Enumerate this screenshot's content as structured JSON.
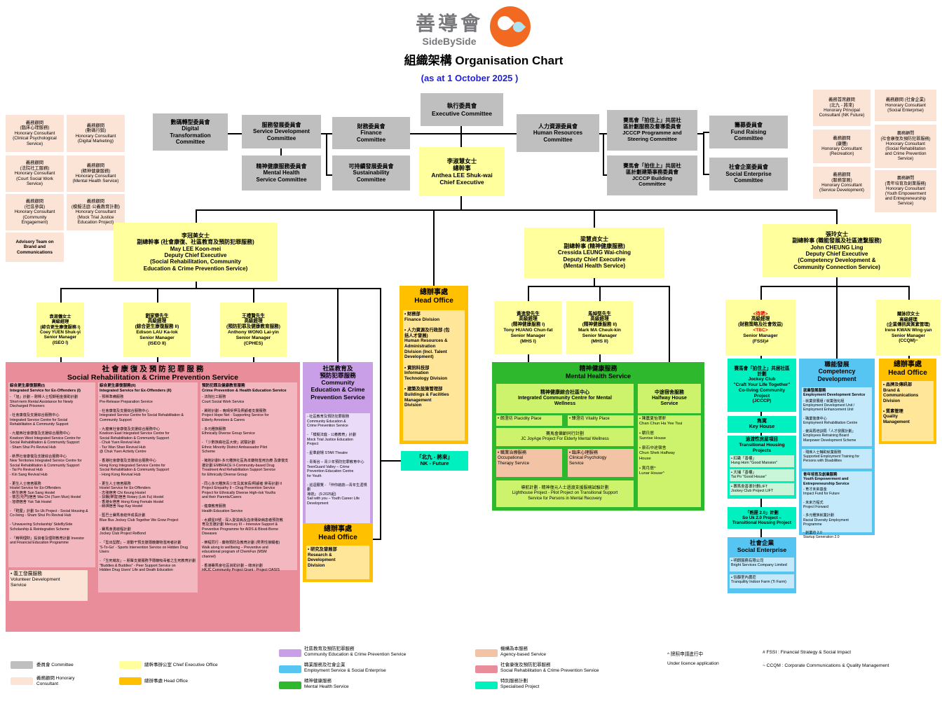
{
  "header": {
    "brand_cn": "善導會",
    "brand_en": "SideBySide",
    "title": "組織架構 Organisation Chart",
    "subtitle": "(as at 1 October 2025 )",
    "accent_orange": "#f26a21",
    "subtitle_blue": "#1f1fd9"
  },
  "committees": {
    "executive": "執行委員會\nExecutive Committee",
    "digital": "數碼轉型委員會\nDigital\nTransformation\nCommittee",
    "service_dev": "服務發展委員會\nService Development\nCommittee",
    "mental_health": "精神健康服務委員會\nMental Health\nService Committee",
    "finance": "財務委員會\nFinance\nCommittee",
    "sustainability": "可持續發展委員會\nSustainability\nCommittee",
    "hr": "人力資源委員會\nHuman Resources\nCommittee",
    "jcccp_steering": "賽馬會「拍住上」共居社\n區計劃服務及督導委員會\nJCCCP Programme and\nSteering Committee",
    "jcccp_building": "賽馬會「拍住上」共居社\n區計劃建築事務委員會\nJCCCP Building\nCommittee",
    "fund_raising": "籌募委員會\nFund Raising\nCommittee",
    "social_enterprise": "社會企業委員會\nSocial Enterprise\nCommittee"
  },
  "honorary_left": [
    "義務顧問\n(臨床心理服務)\nHonorary Consultant\n(Clinical Psychological\nService)",
    "義務顧問\n(數碼行銷)\nHonorary Consultant\n(Digital Marketing)",
    "義務顧問\n(法院社工服務)\nHonorary Consultant\n(Court Social Work\nService)",
    "義務顧問\n(精神健康服務)\nHonorary Consultant\n(Mental Health Service)",
    "義務顧問\n(社區參與)\nHonorary Consultant\n(Community\nEngagement)",
    "義務顧問\n(模擬法庭·公義教育計劃)\nHonorary Consultant\n(Mock Trial Justice\nEducation Project)"
  ],
  "advisory_team": "Advisory Team on\nBrand and\nCommunications",
  "honorary_right": [
    "義務首席顧問\n(北九 - 將來)\nHonorary Principal\nConsultant (NK Future)",
    "義務顧問 (社會企業)\nHonorary Consultant\n(Social Enterprise)",
    "義務顧問\n(康體)\nHonorary Consultant\n(Recreation)",
    "義務顧問\n(社會康復及預防犯罪服務)\nHonorary Consultant\n(Social Rehabilitation\nand Crime Prevention\nService)",
    "義務顧問\n(服務發展)\nHonorary Consultant\n(Service Development)",
    "義務顧問\n(青年培育及創業服務)\nHonorary Consultant\n(Youth Empowerment\nand Entrepreneurship\nService)"
  ],
  "executives": {
    "chief": "李淑慧女士\n總幹事\nAnthea LEE Shuk-wai\nChief Executive",
    "deputy_src": "李冠美女士\n副總幹事 (社會康復、社區教育及預防犯罪服務)\nMay LEE  Koon-mei\nDeputy Chief Executive\n(Social Rehabilitation, Community\nEducation & Crime Prevention Service)",
    "deputy_mhs": "梁慧貞女士\n副總幹事 (精神健康服務)\nCressida LEUNG Wai-ching\nDeputy Chief Executive\n(Mental Health Service)",
    "deputy_cd": "張玲女士\n副總幹事 (職能發展及社區連繫服務)\nJohn CHEUNG  Ling\nDeputy Chief Executive\n(Competency Development &\nCommunity Connection Service)"
  },
  "managers": {
    "iseo1": "袁淑儀女士\n高級經理\n(綜合更生康復服務 I)\nCoey YUEN Shuk-yi\nSenior Manager\n(ISEO I)",
    "iseo2": "劉家樂先生\n高級經理\n(綜合更生康復服務 II)\nEdison LAU Ka-lok\nSenior Manager\n(ISEO II)",
    "cphes": "王禮賢先生\n高級經理\n(預防犯罪及健康教育服務)\nAnthony WONG Lai-yin\nSenior Manager\n(CPHES)",
    "mhs1": "黃進發先生\n高級經理\n(精神健康服務 I)\nTony HUANG Chun-fat\nSenior Manager\n(MHS I)",
    "mhs2": "馬焯堅先生\n高級經理\n(精神健康服務 II)\nMark MA Cheuk-kin\nSenior Manager\n(MHS II)",
    "fssi_vacant_cn": "<待聘>",
    "fssi_mid": "高級經理\n(財務策略及社會效益)",
    "fssi_vacant_en": "<TBC>",
    "fssi_tail": "Senior Manager\n(FSSI)#",
    "ccqm": "關詠欣女士\n高級經理\n(企業傳訊與質素管理)\nIrene KWAN Wing-yan\nSenior Manager\n(CCQM)~"
  },
  "social_rehab": {
    "title": "社 會 康 復 及 預 防 犯 罪 服 務\nSocial Rehabilitation & Crime Prevention Service",
    "col1_heading": "綜合更生康復服務(I)\nIntegrated Service for Ex-Offenders (I)",
    "col1_items": [
      "- 「旭」計劃 – 剛釋人士短期租金援助計劃\nShort-term Rental Assistance for Newly\nDischarged Prisoners",
      "- 社會康復及支援綜合服務中心\nIntegrated Service Centre for Social\nRehabilitation & Community Support",
      "- 九龍西社會康復及支援綜合服務中心\nKowloon West Integrated Service Centre for\nSocial Rehabilitation & Community Support\n- Sham Shui Po Revival Hub",
      "- 新界社會康復及支援綜合服務中心\nNew Territories Integrated Service Centre for\nSocial Rehabilitation & Community Support\n- Tai Po Revival Hub\n- Kin Sang Revival Hub",
      "- 更生人士宿舍服務\nHostel Service for Ex-Offenders\n- 新生宿舍 Sun Sang Hostel\n- 懷志(屯門)宿舍 Wai Chi (Tuen Mun) Hostel\n- 旭德宿舍 Yuk Tak Hostel",
      "- 「甦屋」計劃 So Uk Project - Social Housing &\nCo-living - Sham Shui Po Revival Hub",
      "- 'Unwavering Scholarship' SideBySide\nScholarship & Reintegration Scheme",
      "- 「精明理財」投資者及理財教育計劃  Investor\nand Financial Education Programme"
    ],
    "volunteer": "• 義工發展服務\nVolunteer Development\nService",
    "col2_heading": "綜合更生康復服務(II)\nIntegrated Service for Ex-Offenders (II)",
    "col2_items": [
      "- 預釋準備服務\nPre-Release Preparation Service",
      "- 社會康復及支援綜合服務中心\nIntegrated Service Centre for Social Rehabilitation &\nCommunity Support",
      "- 九龍東社會康復及支援綜合服務中心\nKowloon East Integrated Service Centre for\nSocial Rehabilitation & Community Support\n- Chuk Yuen Revival Hub\n- Tsz Wan Shan Revival Hub\n@ Chuk Yuen Activity Centre",
      "- 香港社會康復及支援綜合服務中心\nHong Kong Integrated Service Centre for\nSocial Rehabilitation & Community Support\n- Hong Kong Revival Hub",
      "- 更生人士宿舍服務\nHostel Service for Ex-Offenders\n- 志強宿舍 Chi Keung Hostel\n- 扶輪(樂富)宿舍 Rotary (Lok Fu) Hostel\n- 香港女宿舍 Hong Kong Female Hostel\n- 納祺宿舍 Nap Kay Hostel",
      "- 藍巴士賽馬會結伴成長計劃\nBlue Bus Jockey Club Together We Grow Project",
      "- 賽馬會勇啟程計劃\nJockey Club Project ReBond",
      "- 「型出型群」– 運動干預支援隱蔽藥物濫用者計劃\n'S-To-Go' - Sports Intervention Service on Hidden Drug\nUsers",
      "- 「生死萌友」– 朋輩支援服務予隱蔽吸毒者之生死教育計劃\n\"Buddies & Buddies\" - Peer Support Service on\nHidden Drug Users' Life and Death Education"
    ],
    "col3_heading": "預防犯罪及健康教育服務\nCrime Prevention & Health Education Service",
    "col3_items": [
      "- 法院社工服務\nCourt Social Work Service",
      "- 冀盼計劃 – 晚晴受押及照顧者支援服務\nProject Hope Net - Supporting Service for\nElderly Arrestees & Carers",
      "- 多元種族服務\nEthnically Diverse Group Service",
      "- 「少數族裔社區大使」試驗計劃\nEthnic Minority District Ambassador Pilot\nScheme",
      "- 擁抱計劃II-多元種族社區為本藥物濫用治療 及康復支\n援計劃 EMBRACE II-Community-based Drug\nTreatment And Rehabilitation Support Service\nfor Ethnically Diverse Group",
      "- 同心多元種族青少年及其家長/照顧者 禁毒計劃 II\nProject Empathy II – Drug Prevention Service\nProject for Ethnically Diverse High-risk Youths\nand their Parents/Carers",
      "- 健康教育服務\nHealth Education Service",
      "- 水銀星III號 - 深入愛滋病及血液傳染病患者預防教\n育及支援計劃 Mercury III – Intensive Support &\nPreventive Programme for AIDS & Blood-Borne\nDiseases",
      "- 樂程同行 - 藥物預防及教育計劃 (男男性接觸者)\nWalk along to wellbeing – Preventive and\neducational program of ChemFun (MSM\nchannel)",
      "- 香港賽馬會社區資助計劃 – 綠洲計劃\nHKJC Community Project Grant : Project OASIS"
    ]
  },
  "community_education": {
    "title": "社區教育及\n預防犯罪服務\nCommunity\nEducation & Crime\nPrevention Service",
    "items": [
      "- 社區教育及預防犯罪服務\nCommunity Education &\nCrime Prevention Service",
      "- 「模擬法庭 - 公義教育」計劃\nMock Trial Justice Education\nProject",
      "- 星羣劇場 STAR Theatre",
      "- 青衛谷 – 青少年預防犯罪教育中心\nTeenGuard Valley – Crime\nPrevention Education Centre\nfor Youth",
      "- 巡迴展覽 - 「伴你啟航—青年生涯規劃\n導航」 (9.2025起)\nSail with you – Youth Career Life\nDevelopment"
    ]
  },
  "head_office_central": {
    "title": "總辦事處\nHead Office",
    "items": [
      "• 財務部\nFinance Division",
      "• 人力資源及行政部 (包\n括人才發展)\nHuman Resources &\nAdministration\nDivision (Incl. Talent\nDevelopment)",
      "• 資訊科技部\nInformation\nTechnology Division",
      "• 建築及設施管理部\nBuildings & Facilities\nManagement\nDivision"
    ]
  },
  "nk_future": "「北九 - 將來」\nNK - Future",
  "head_office_research": {
    "title": "總辦事處\nHead Office",
    "items": [
      "• 研究及發展部\nResearch &\nDevelopment\nDivision"
    ]
  },
  "mental_health": {
    "title": "精神健康服務\nMental Health Service",
    "iccmw": "精神健康綜合社區中心\nIntegrated Community Centre for Mental\nWellness",
    "halfway": "中途宿舍服務\nHalfway House\nService",
    "placidity": "• 朗澄坊 Placidity Place",
    "vitality": "• 臻澄坊 Vitality Place",
    "joyage": "賽馬會樂齡同行計劃\nJC JoyAge Project For Elderly Mental Wellness",
    "occupational": "• 職業治療服務\nOccupational\nTherapy Service",
    "clinical": "• 臨床心理服務\nClinical Psychology\nService",
    "lighthouse": "導航計劃 - 精神復元人士過渡支援服務試驗計劃\nLighthouse Project - Pilot Project on Transitional Support\nService for Persons in Mental Recovery",
    "halfway_items": [
      "• 陳震夏怡翠軒\nChan Chun Ha Yee Tsui",
      "• 朝日居\nSunrise House",
      "• 泉石中途宿舍\nChun Shek Halfway\nHouse",
      "• 賞月居^\nLunar House^"
    ]
  },
  "special_projects": {
    "jcccp": "賽馬會「拍住上」共居社區\n計劃\nJockey  Club\n\"Craft Your Life Together\"\nCo-living Community\nProject\n(JCCCP)",
    "key_house": "雋寓\nKey House",
    "thp_title": "過渡性房屋項目\nTransitional Housing\nProjects",
    "thp_items": [
      "• 紅磡「善樓」\nHung Hom \"Good Mansion\"",
      "• 大埔「善樓」\nTai Po \"Good House\"",
      "• 賽馬會善導計劃LIFT\nJockey Club Project LIFT"
    ],
    "so_uk2": "「甦屋 2.0」計劃\nSo Uk 2.0 Project –\nTransitional Housing Project"
  },
  "social_enterprise": {
    "title": "社會企業\nSocial Enterprise",
    "items": [
      "• 明朗服務有限公司\nBright Services Company Limited",
      "• 恬靜室內農莊\nTranquility Indoor Farm (Ti Farm)"
    ]
  },
  "competency": {
    "title": "職能發展\nCompetency\nDevelopment",
    "eds_heading": "就業發展服務\nEmployment Development Service",
    "eds_items": [
      "- 就業發展組 / 就業強化組\nEmployment Development Unit /\nEmployment Enhancement Unit",
      "- 職業復康中心\nEmployment Rehabilitation Centre",
      "- 僱員再培訓局「人才發展計劃」\nEmployees Retraining Board\nManpower Development Scheme"
    ],
    "set_item": "- 殘疾人士輔助就業服務\nSupported Employment Training for\nPersons with Disabilities",
    "yees_heading": "青年培育及創業服務\nYouth Empowerment and\nEntrepreneurship Service",
    "yees_items": [
      "- 育才未來基金\nImpact Fund for Future",
      "- 未來方程式\nProject Forward",
      "- 多元種族就業計劃\nRacial Diversity Employment\nProgramme",
      "- 創業坊 2.0\nStartup Generation 2.0"
    ]
  },
  "head_office_right": {
    "title": "總辦事處\nHead Office",
    "items": [
      "• 品牌及傳訊部\nBrand &\nCommunications\nDivision",
      "• 質素管理\nQuality\nManagement"
    ]
  },
  "legend": {
    "entries": [
      {
        "color": "#bfbfbf",
        "label": "委員會  Committee"
      },
      {
        "color": "#fbe3d6",
        "label": "義務顧問  Honorary\nConsultant"
      },
      {
        "color": "#ffff9e",
        "label": "總幹事辦公室 Chief Executive Office"
      },
      {
        "color": "#ffc000",
        "label": "總辦事處  Head Office"
      },
      {
        "color": "#c9a0e8",
        "label": "社區教育及預防犯罪服務\nCommunity Education  & Crime Prevention  Service"
      },
      {
        "color": "#56c5f2",
        "label": "職業服務及社會企業\nEmployment Service & Social Enterprise"
      },
      {
        "color": "#2eb82e",
        "label": "精神健康服務\nMental Health Service"
      },
      {
        "color": "#f2c4a5",
        "label": "機構為本服務\nAgency-based  Service"
      },
      {
        "color": "#e88d99",
        "label": "社會康復及預防犯罪服務\nSocial Rehabilitation  & Crime Prevention Service"
      },
      {
        "color": "#00f0c0",
        "label": "特別服務計劃\nSpecialised Project"
      }
    ],
    "notes": {
      "licence_cn": "^ 牌照申請進行中",
      "licence_en": "Under licence application",
      "fssi": "#  FSSI : Financial Strategy  & Social Impact",
      "ccqm": "~  CCQM : Corporate  Communications & Quality Management"
    }
  }
}
